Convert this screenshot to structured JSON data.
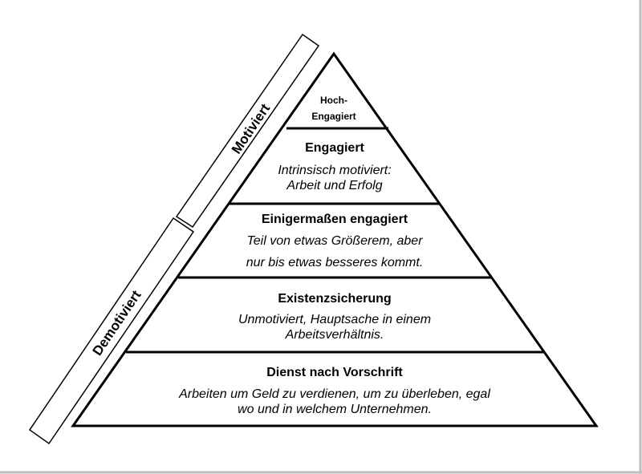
{
  "side_labels": {
    "motiviert": "Motiviert",
    "demotiviert": "Demotiviert"
  },
  "levels": [
    {
      "title": "Hoch-",
      "title2": "Engagiert"
    },
    {
      "title": "Engagiert",
      "desc1": "Intrinsisch motiviert:",
      "desc2": "Arbeit und Erfolg"
    },
    {
      "title": "Einigermaßen engagiert",
      "desc1": "Teil von etwas Größerem, aber",
      "desc2": "nur bis etwas besseres kommt."
    },
    {
      "title": "Existenzsicherung",
      "desc1": "Unmotiviert, Hauptsache in einem",
      "desc2": "Arbeitsverhältnis."
    },
    {
      "title": "Dienst nach Vorschrift",
      "desc1": "Arbeiten um Geld zu verdienen, um zu überleben, egal",
      "desc2": "wo und in welchem Unternehmen."
    }
  ]
}
